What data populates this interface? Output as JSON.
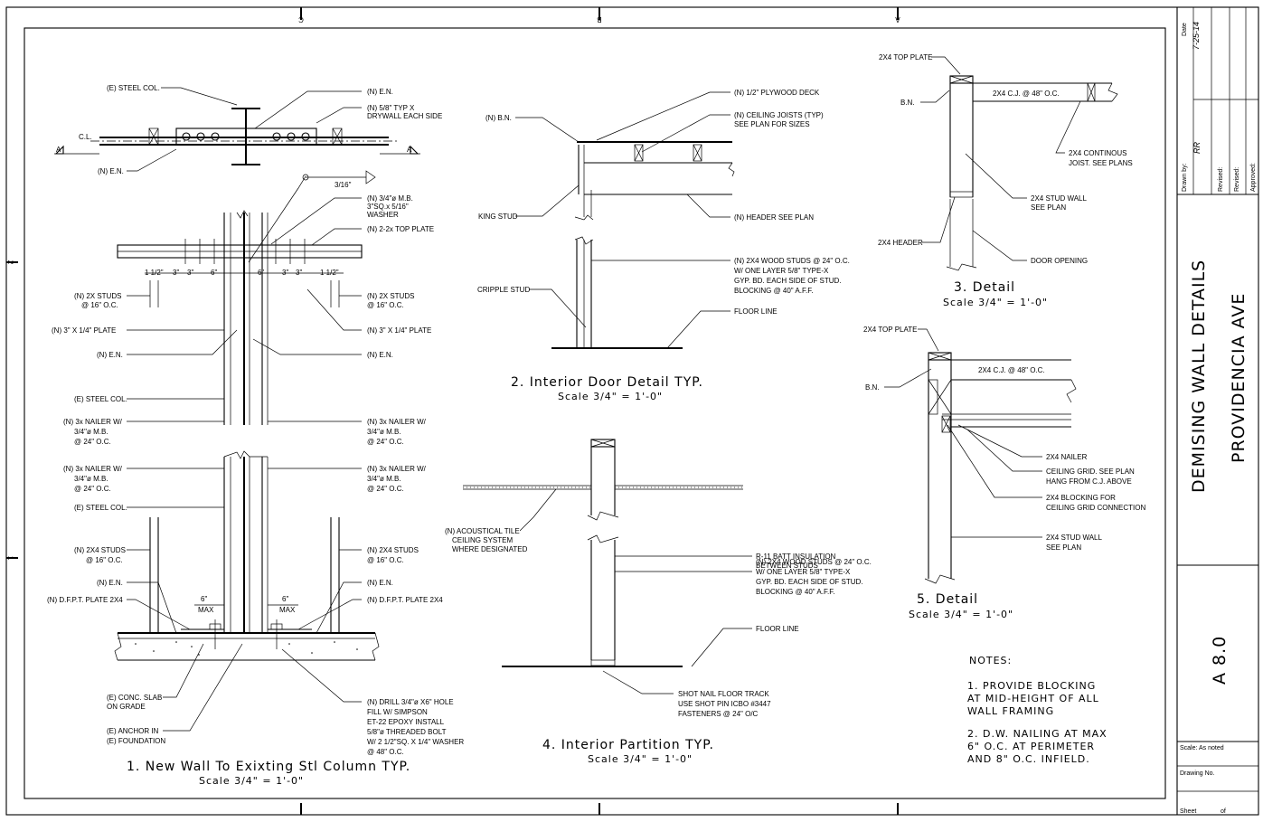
{
  "grid_marks": {
    "top": [
      "C",
      "B",
      "A"
    ],
    "left": [
      "2",
      "1"
    ]
  },
  "detail1": {
    "title": "1. New Wall To Exixting Stl Column TYP.",
    "scale": "Scale 3/4\" = 1'-0\"",
    "plan": {
      "steel_col": "(E) STEEL COL.",
      "cl": "C.L.",
      "en_left": "(N) E.N.",
      "en_right": "(N) E.N.",
      "drywall_1": "(N) 5/8\" TYP X",
      "drywall_2": "DRYWALL EACH SIDE",
      "sec_a_left": "A",
      "sec_a_right": "A"
    },
    "weld": "3/16\"",
    "mb_1": "(N) 3/4\"ø M.B.",
    "mb_2": "3\"SQ.x 5/16\"",
    "mb_3": "WASHER",
    "top_plate": "(N) 2-2x TOP PLATE",
    "dims": [
      "1 1/2\"",
      "3\"",
      "3\"",
      "6\"",
      "6\"",
      "3\"",
      "3\"",
      "1 1/2\""
    ],
    "left_labels": [
      {
        "l1": "(N) 2X STUDS",
        "l2": "@ 16\" O.C."
      },
      {
        "l1": "(N) 3\" X 1/4\" PLATE",
        "l2": ""
      },
      {
        "l1": "(N) E.N.",
        "l2": ""
      },
      {
        "l1": "(E) STEEL COL.",
        "l2": ""
      },
      {
        "l1": "(N) 3x NAILER W/",
        "l2": "3/4\"ø M.B.",
        "l3": "@ 24\" O.C."
      },
      {
        "l1": "(N) 3x NAILER W/",
        "l2": "3/4\"ø M.B.",
        "l3": "@ 24\" O.C."
      },
      {
        "l1": "(E) STEEL COL.",
        "l2": ""
      },
      {
        "l1": "(N) 2X4 STUDS",
        "l2": "@ 16\" O.C."
      },
      {
        "l1": "(N) E.N.",
        "l2": ""
      },
      {
        "l1": "(N) D.F.P.T. PLATE 2X4",
        "l2": ""
      }
    ],
    "right_labels": [
      {
        "l1": "(N) 2X STUDS",
        "l2": "@ 16\" O.C."
      },
      {
        "l1": "(N) 3\" X 1/4\" PLATE",
        "l2": ""
      },
      {
        "l1": "(N) E.N.",
        "l2": ""
      },
      {
        "l1": "(N) 3x NAILER W/",
        "l2": "3/4\"ø M.B.",
        "l3": "@ 24\" O.C."
      },
      {
        "l1": "(N) 3x NAILER W/",
        "l2": "3/4\"ø M.B.",
        "l3": "@ 24\" O.C."
      },
      {
        "l1": "(N) 2X4 STUDS",
        "l2": "@ 16\" O.C."
      },
      {
        "l1": "(N) E.N.",
        "l2": ""
      },
      {
        "l1": "(N) D.F.P.T. PLATE 2X4",
        "l2": ""
      }
    ],
    "max_dim_l": "6\"",
    "max_l": "MAX",
    "max_dim_r": "6\"",
    "max_r": "MAX",
    "slab_1": "(E) CONC. SLAB",
    "slab_2": "ON GRADE",
    "anchor_1": "(E) ANCHOR IN",
    "anchor_2": "(E) FOUNDATION",
    "drill": [
      "(N) DRILL 3/4\"ø X6\" HOLE",
      "FILL W/ SIMPSON",
      "ET-22 EPOXY INSTALL",
      "5/8\"ø THREADED BOLT",
      "W/ 2 1/2\"SQ. X 1/4\" WASHER",
      "@ 48\" O.C."
    ]
  },
  "detail2": {
    "title": "2. Interior Door Detail TYP.",
    "scale": "Scale 3/4\" = 1'-0\"",
    "plywood": "(N) 1/2\" PLYWOOD DECK",
    "joists_1": "(N) CEILING JOISTS (TYP)",
    "joists_2": "SEE PLAN FOR SIZES",
    "bn": "(N) B.N.",
    "king": "KING STUD",
    "header": "(N) HEADER SEE PLAN",
    "studs": [
      "(N) 2X4 WOOD STUDS @ 24\" O.C.",
      "W/ ONE LAYER 5/8\" TYPE-X",
      "GYP. BD. EACH SIDE OF STUD.",
      "BLOCKING @ 40\" A.F.F."
    ],
    "cripple": "CRIPPLE STUD",
    "floor": "FLOOR LINE"
  },
  "detail3": {
    "title": "3. Detail",
    "scale": "Scale 3/4\" = 1'-0\"",
    "top_plate": "2X4 TOP PLATE",
    "bn": "B.N.",
    "cj": "2X4 C.J. @ 48\" O.C.",
    "continous_1": "2X4 CONTINOUS",
    "continous_2": "JOIST. SEE PLANS",
    "stud_wall_1": "2X4 STUD WALL",
    "stud_wall_2": "SEE PLAN",
    "header": "2X4 HEADER",
    "door": "DOOR OPENING"
  },
  "detail4": {
    "title": "4. Interior Partition TYP.",
    "scale": "Scale 3/4\" = 1'-0\"",
    "tile": [
      "(N) ACOUSTICAL TILE",
      "CEILING SYSTEM",
      "WHERE DESIGNATED"
    ],
    "batt_1": "R-11 BATT INSULATION",
    "batt_2": "BETWEEN STUDS",
    "studs": [
      "(N) 2X4 WOOD STUDS @ 24\" O.C.",
      "W/ ONE LAYER 5/8\" TYPE-X",
      "GYP. BD. EACH SIDE OF STUD.",
      "BLOCKING @ 40\" A.F.F."
    ],
    "floor": "FLOOR LINE",
    "shot": [
      "SHOT NAIL FLOOR TRACK",
      "USE SHOT PIN ICBO #3447",
      "FASTENERS @ 24\" O/C"
    ]
  },
  "detail5": {
    "title": "5. Detail",
    "scale": "Scale 3/4\" = 1'-0\"",
    "top_plate": "2X4 TOP PLATE",
    "bn": "B.N.",
    "cj": "2X4 C.J. @ 48\" O.C.",
    "nailer": "2X4 NAILER",
    "grid_1": "CEILING GRID. SEE PLAN",
    "grid_2": "HANG FROM C.J. ABOVE",
    "block_1": "2X4 BLOCKING FOR",
    "block_2": "CEILING GRID CONNECTION",
    "stud_1": "2X4 STUD WALL",
    "stud_2": "SEE PLAN"
  },
  "notes": {
    "heading": "NOTES:",
    "n1": [
      "1. PROVIDE  BLOCKING",
      "AT MID-HEIGHT OF ALL",
      "WALL FRAMING"
    ],
    "n2": [
      "2. D.W. NAILING AT MAX",
      "6\" O.C. AT PERIMETER",
      "AND 8\" O.C. INFIELD."
    ]
  },
  "title_block": {
    "date_label": "Date",
    "date": "7-25-14",
    "drawn_label": "Drawn by:",
    "drawn": "RR",
    "revised1": "Revised:",
    "revised2": "Revised:",
    "approved": "Approved:",
    "sheet_title": "DEMISING WALL DETAILS",
    "project": "PROVIDENCIA AVE",
    "sheet_no": "A 8.0",
    "scale": "Scale: As noted",
    "drawing_no": "Drawing No.",
    "sheet": "Sheet",
    "of": "of"
  }
}
